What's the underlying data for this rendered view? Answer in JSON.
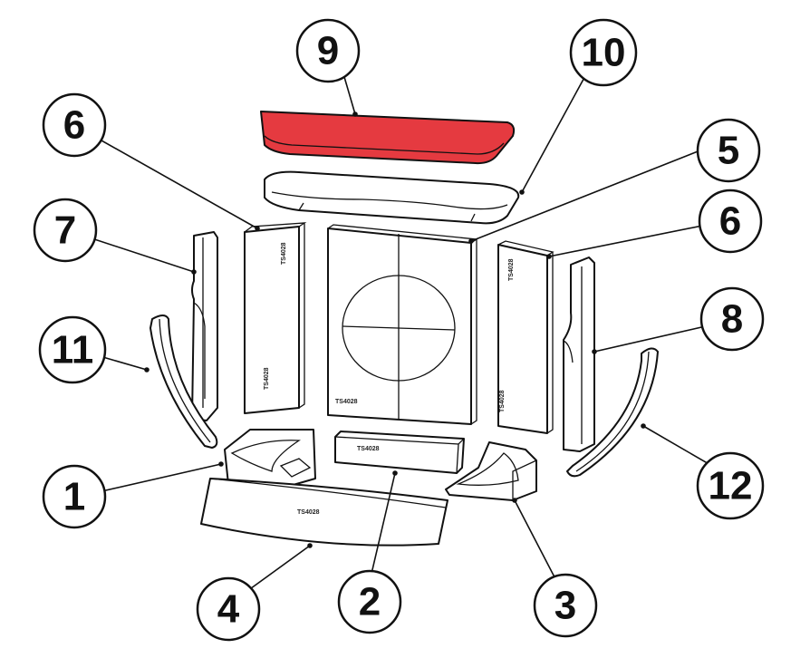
{
  "colors": {
    "highlight": "#e53a40",
    "stroke": "#111111"
  },
  "callouts": {
    "c9": "9",
    "c10": "10",
    "c6_left": "6",
    "c5": "5",
    "c6_right": "6",
    "c7": "7",
    "c8": "8",
    "c11": "11",
    "c12": "12",
    "c1": "1",
    "c2": "2",
    "c3": "3",
    "c4": "4"
  }
}
